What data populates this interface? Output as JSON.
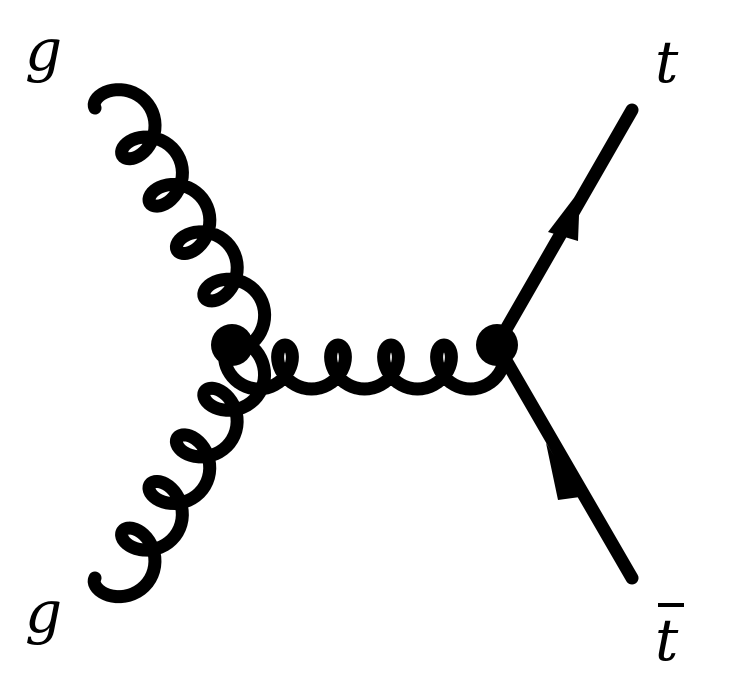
{
  "diagram": {
    "kind": "feynman-diagram",
    "labels": {
      "gluon_in_top": "g",
      "gluon_in_bottom": "g",
      "top_quark": "t",
      "anti_top_quark": "t"
    },
    "anti_top_has_overbar": true,
    "propagators": [
      {
        "name": "gluon-line-upper",
        "type": "gluon",
        "from": "g",
        "to": "vertex-left"
      },
      {
        "name": "gluon-line-lower",
        "type": "gluon",
        "from": "g",
        "to": "vertex-left"
      },
      {
        "name": "gluon-propagator",
        "type": "gluon",
        "from": "vertex-left",
        "to": "vertex-right"
      },
      {
        "name": "top-quark-line",
        "type": "fermion",
        "from": "vertex-right",
        "to": "t"
      },
      {
        "name": "anti-top-quark-line",
        "type": "fermion",
        "from": "anti-t",
        "to": "vertex-right"
      }
    ],
    "vertices": [
      "vertex-left",
      "vertex-right"
    ],
    "colors": {
      "line": "#000000",
      "background": "#ffffff"
    }
  }
}
